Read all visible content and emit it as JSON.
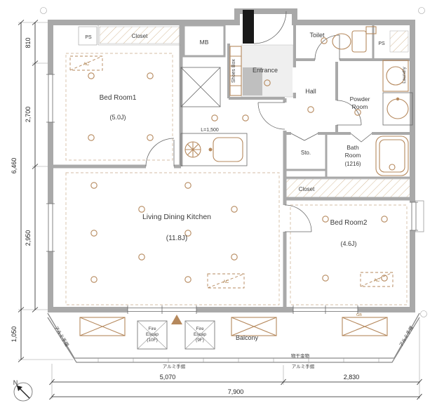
{
  "title": "Apartment Floor Plan",
  "rooms": {
    "bedroom1": {
      "name": "Bed Room1",
      "size": "(5.0J)"
    },
    "ldk": {
      "name": "Living Dining Kitchen",
      "size": "(11.8J)"
    },
    "bedroom2": {
      "name": "Bed Room2",
      "size": "(4.6J)"
    },
    "toilet": "Toilet",
    "powder": {
      "line1": "Powder",
      "line2": "Room"
    },
    "bath": {
      "line1": "Bath",
      "line2": "Room",
      "size": "(1216)"
    },
    "hall": "Hall",
    "storage": "Sto.",
    "closet_top": "Closet",
    "closet_mid": "Closet",
    "ps_left": "PS",
    "ps_right": "PS",
    "mb": "MB",
    "entrance": "Entrance",
    "shoes_box": "Shoes Box",
    "laundry": "Laundry",
    "balcony": "Balcony"
  },
  "equipment": {
    "kitchen_counter_length": "L=1,500",
    "fire_escape_10f": {
      "line1": "Fire",
      "line2": "Escap",
      "line3": "(10F)"
    },
    "fire_escape_9f": {
      "line1": "Fire",
      "line2": "Escap",
      "line3": "(9F)"
    },
    "gb": "GB",
    "ac": "AC"
  },
  "annotations": {
    "handrail_left": "アルミ手摺",
    "handrail_bottom_left": "アルミ手摺",
    "handrail_bottom_right": "アルミ手摺",
    "handrail_right": "アルミ手摺",
    "laundry_hardware": "物干金物",
    "north_label": "N"
  },
  "dimensions": {
    "left_top": "810",
    "left_upper": "2,700",
    "left_lower": "2,950",
    "left_total": "6,460",
    "balcony_depth": "1,050",
    "bottom_left": "5,070",
    "bottom_right": "2,830",
    "bottom_total": "7,900"
  },
  "colors": {
    "wall": "#a9a9a9",
    "fixture": "#b5885c",
    "text": "#3a3a3a",
    "entrance_door": "#191919"
  }
}
